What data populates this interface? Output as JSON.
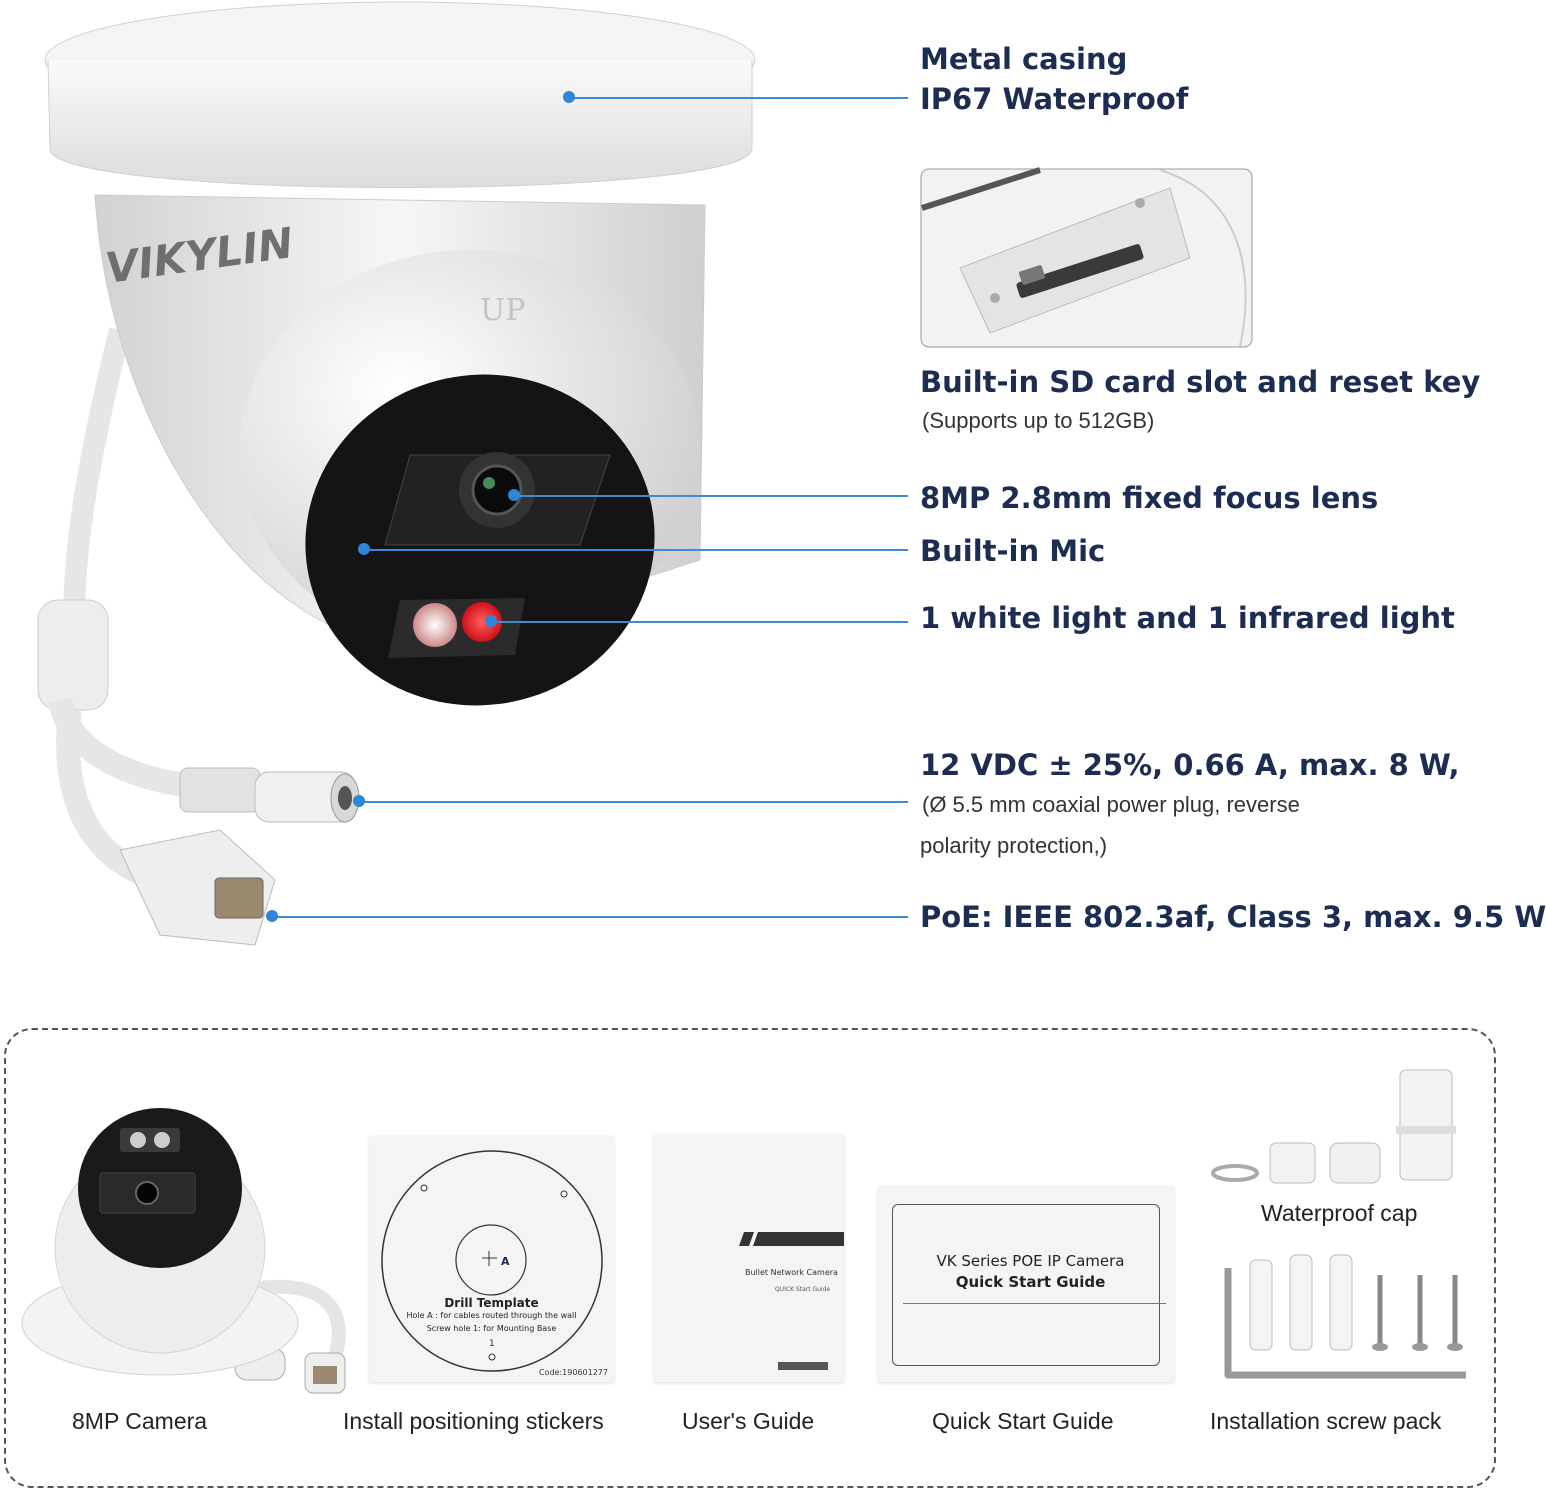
{
  "brand": "VIKYLIN",
  "up_mark": "UP",
  "features": {
    "metal": {
      "line1": "Metal casing",
      "line2": "IP67 Waterproof"
    },
    "sd": {
      "title": "Built-in SD card slot and reset key",
      "note": "(Supports up to 512GB)"
    },
    "lens": "8MP 2.8mm fixed focus lens",
    "mic": "Built-in Mic",
    "lights": "1 white light and 1 infrared light",
    "power": {
      "title": "12 VDC ± 25%, 0.66 A, max. 8 W,",
      "note1": "(Ø 5.5 mm coaxial power plug, reverse",
      "note2": "polarity protection,)"
    },
    "poe": "PoE: IEEE 802.3af, Class 3, max. 9.5 W"
  },
  "package": {
    "items": [
      {
        "label": "8MP Camera"
      },
      {
        "label": "Install positioning stickers"
      },
      {
        "label": "User's Guide"
      },
      {
        "label": "Quick Start Guide"
      },
      {
        "label": "Installation screw pack"
      }
    ],
    "waterproof_cap": "Waterproof cap",
    "sticker": {
      "title": "Drill Template",
      "line1": "Hole A : for cables routed through the wall",
      "line2": "Screw hole 1: for Mounting Base",
      "code": "Code:190601277",
      "mark_a": "A",
      "mark_1": "1"
    },
    "users_guide": {
      "line1": "Bullet Network Camera",
      "line2": "QUICK Start Guide"
    },
    "quick_guide": {
      "line1": "VK Series POE IP Camera",
      "line2": "Quick Start Guide"
    }
  },
  "colors": {
    "accent_line": "#3d8bd0",
    "text": "#1d2d52",
    "ir_red": "#e8202a"
  }
}
